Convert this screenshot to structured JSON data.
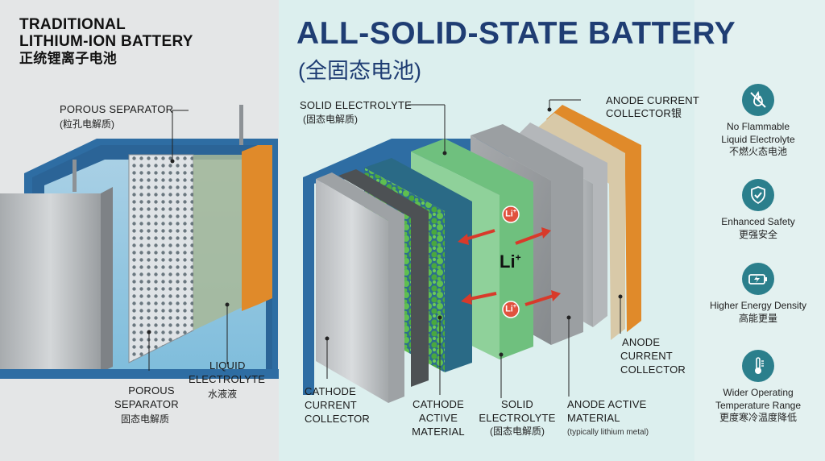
{
  "left_panel": {
    "title_line1": "TRADITIONAL",
    "title_line2": "LITHIUM-ION BATTERY",
    "title_cn": "正统锂离子电池",
    "porous_separator_top": "POROUS SEPARATOR",
    "porous_separator_top_cn": "(粒孔电解质)",
    "porous_separator_bottom_line1": "POROUS",
    "porous_separator_bottom_line2": "SEPARATOR",
    "porous_separator_bottom_cn": "固态电解质",
    "liquid_electrolyte_line1": "LIQUID",
    "liquid_electrolyte_line2": "ELECTROLYTE",
    "liquid_electrolyte_cn": "水液液"
  },
  "right_panel": {
    "title": "ALL-SOLID-STATE BATTERY",
    "title_cn": "(全固态电池)",
    "solid_electrolyte_top": "SOLID ELECTROLYTE",
    "solid_electrolyte_top_cn": "(固态电解质)",
    "anode_cc_top_line1": "ANODE CURRENT",
    "anode_cc_top_line2": "COLLECTOR银",
    "anode_cc_right_line1": "ANODE",
    "anode_cc_right_line2": "CURRENT",
    "anode_cc_right_line3": "COLLECTOR",
    "cathode_cc_line1": "CATHODE",
    "cathode_cc_line2": "CURRENT",
    "cathode_cc_line3": "COLLECTOR",
    "cathode_am_line1": "CATHODE",
    "cathode_am_line2": "ACTIVE",
    "cathode_am_line3": "MATERIAL",
    "solid_el_bottom_line1": "SOLID",
    "solid_el_bottom_line2": "ELECTROLYTE",
    "solid_el_bottom_cn": "(固态电解质)",
    "anode_am_line1": "ANODE ACTIVE",
    "anode_am_line2": "MATERIAL",
    "anode_am_note": "(typically lithium metal)",
    "li_ion": "Li",
    "li_sup": "+"
  },
  "features": [
    {
      "icon": "no-flame-icon",
      "line1": "No Flammable",
      "line2": "Liquid Electrolyte",
      "cn": "不燃火态电池"
    },
    {
      "icon": "shield-check-icon",
      "line1": "Enhanced Safety",
      "line2": "",
      "cn": "更强安全"
    },
    {
      "icon": "battery-charge-icon",
      "line1": "Higher Energy Density",
      "line2": "",
      "cn": "高能更量"
    },
    {
      "icon": "thermometer-icon",
      "line1": "Wider Operating",
      "line2": "Temperature Range",
      "cn": "更度寒冷温度降低"
    }
  ],
  "colors": {
    "title_blue": "#1f3d73",
    "teal_icon": "#2b7f8c",
    "casing_blue": "#2e6da3",
    "copper": "#e08a2a",
    "cathode_green": "#3a9a4a",
    "electrolyte_green": "#8fd19a",
    "arrow_red": "#d83a2a"
  }
}
